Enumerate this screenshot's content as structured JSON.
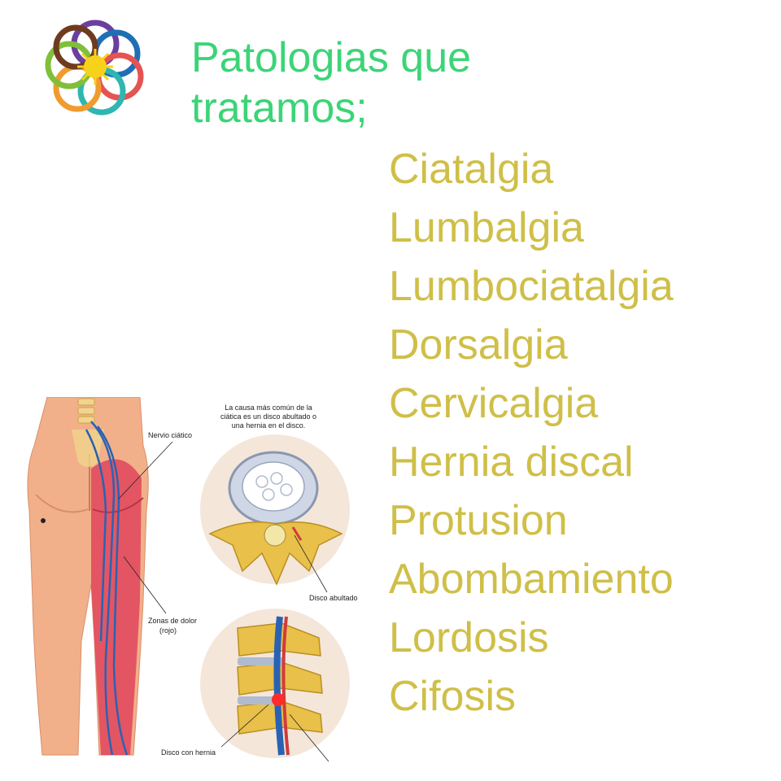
{
  "title": "Patologias que\ntratamos;",
  "pathologies": [
    "Ciatalgia",
    "Lumbalgia",
    "Lumbociatalgia",
    "Dorsalgia",
    "Cervicalgia",
    "Hernia discal",
    "Protusion",
    "Abombamiento",
    "Lordosis",
    "Cifosis"
  ],
  "illustration": {
    "caption_lines": [
      "La causa más común de la",
      "ciática es un disco abultado o",
      "una hernia en el disco."
    ],
    "label_nerve": "Nervio ciático",
    "label_pain_1": "Zonas de dolor",
    "label_pain_2": "(rojo)",
    "label_bulging": "Disco abultado",
    "label_herniated": "Disco con hernia"
  },
  "colors": {
    "title": "#3cd477",
    "list": "#cfbf48",
    "skin": "#f2b08a",
    "pain": "#e0455c",
    "nerve": "#2a62b3",
    "bone": "#e8c04a"
  }
}
